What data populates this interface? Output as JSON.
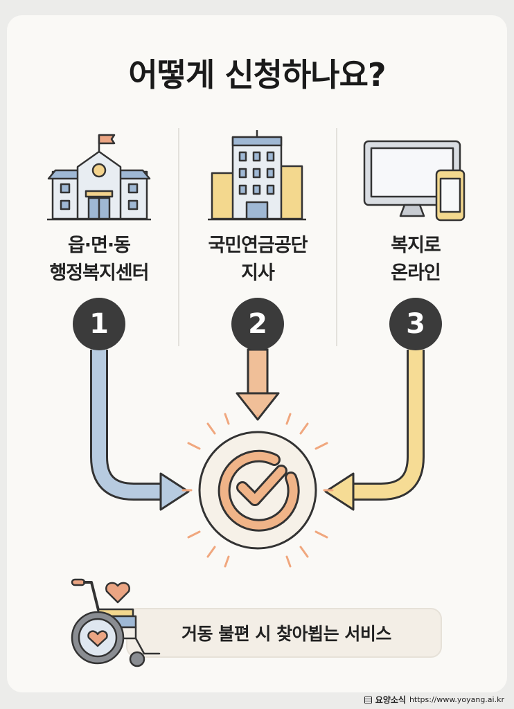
{
  "title": "어떻게 신청하나요?",
  "steps": [
    {
      "number": "1",
      "line1": "읍·면·동",
      "line2": "행정복지센터",
      "icon": "government-building-icon",
      "color": "#b7cbe0"
    },
    {
      "number": "2",
      "line1": "국민연금공단",
      "line2": "지사",
      "icon": "office-building-icon",
      "color": "#f0bf98"
    },
    {
      "number": "3",
      "line1": "복지로",
      "line2": "온라인",
      "icon": "monitor-phone-icon",
      "color": "#f6dc95"
    }
  ],
  "center_icon": "check-circle-icon",
  "banner": {
    "text": "거동 불편 시 찾아뵙는 서비스",
    "icon": "wheelchair-heart-icon"
  },
  "footer": {
    "brand": "요양소식",
    "url": "https://www.yoyang.ai.kr"
  }
}
